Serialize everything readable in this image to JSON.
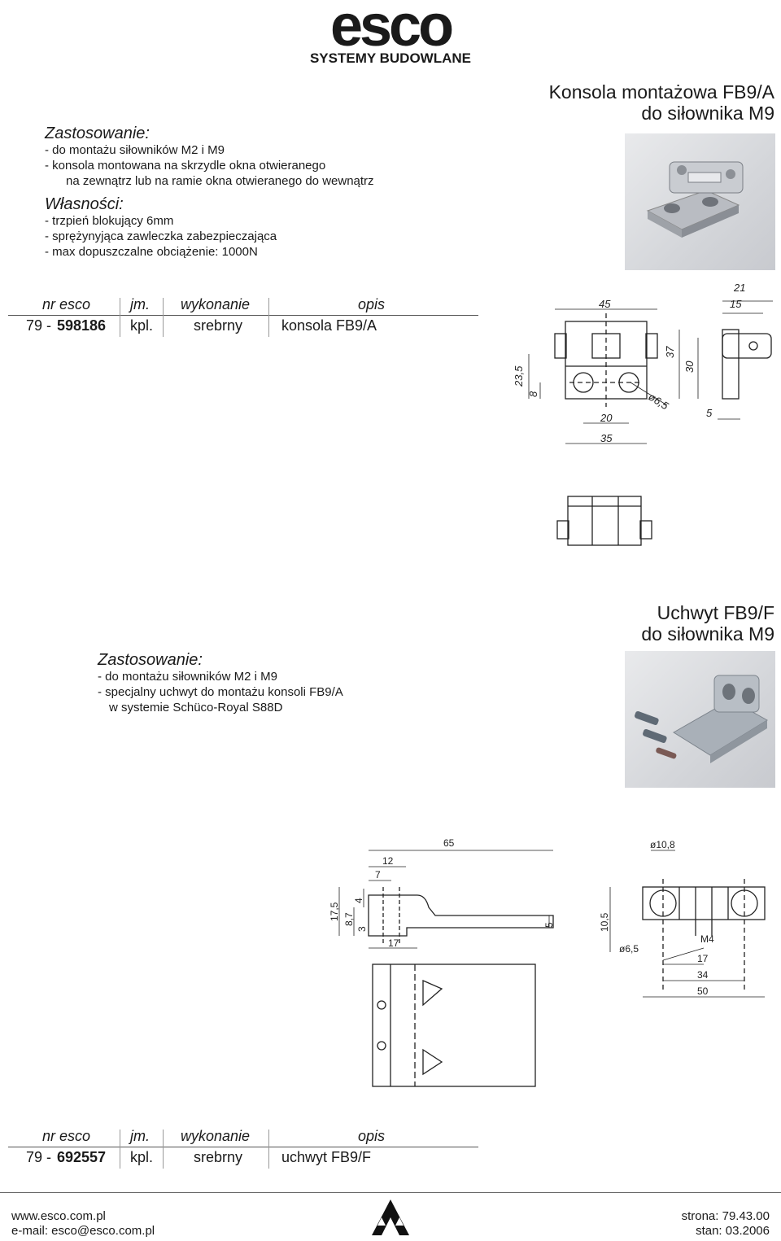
{
  "brand": {
    "name": "esco",
    "tagline": "SYSTEMY BUDOWLANE"
  },
  "product1": {
    "title_line1": "Konsola montażowa FB9/A",
    "title_line2": "do siłownika M9",
    "application_heading": "Zastosowanie:",
    "application_items": [
      "- do montażu siłowników M2 i M9",
      "- konsola montowana na skrzydle okna otwieranego",
      "  na zewnątrz lub na ramie okna otwieranego do wewnątrz"
    ],
    "properties_heading": "Własności:",
    "properties_items": [
      "- trzpień blokujący 6mm",
      "- sprężynyjąca zawleczka zabezpieczająca",
      "- max dopuszczalne obciążenie: 1000N"
    ],
    "table": {
      "headers": [
        "nr esco",
        "jm.",
        "wykonanie",
        "opis"
      ],
      "row": {
        "prefix": "79 - ",
        "number": "598186",
        "unit": "kpl.",
        "finish": "srebrny",
        "description": "konsola FB9/A"
      }
    },
    "dimensions": [
      "45",
      "21",
      "15",
      "37",
      "30",
      "23,5",
      "8",
      "ø6,5",
      "20",
      "35",
      "5"
    ]
  },
  "product2": {
    "title_line1": "Uchwyt FB9/F",
    "title_line2": "do siłownika M9",
    "application_heading": "Zastosowanie:",
    "application_items": [
      "- do montażu siłowników M2 i M9",
      "- specjalny uchwyt do montażu konsoli FB9/A",
      "  w systemie Schüco-Royal S88D"
    ],
    "table": {
      "headers": [
        "nr esco",
        "jm.",
        "wykonanie",
        "opis"
      ],
      "row": {
        "prefix": "79 - ",
        "number": "692557",
        "unit": "kpl.",
        "finish": "srebrny",
        "description": "uchwyt FB9/F"
      }
    },
    "dimensions": [
      "65",
      "12",
      "7",
      "17,5",
      "8,7",
      "4",
      "3",
      "17",
      "5",
      "ø10,8",
      "10,5",
      "ø6,5",
      "M4",
      "17",
      "34",
      "50"
    ]
  },
  "footer": {
    "website": "www.esco.com.pl",
    "email": "e-mail: esco@esco.com.pl",
    "page": "strona: 79.43.00",
    "status": "stan: 03.2006"
  }
}
